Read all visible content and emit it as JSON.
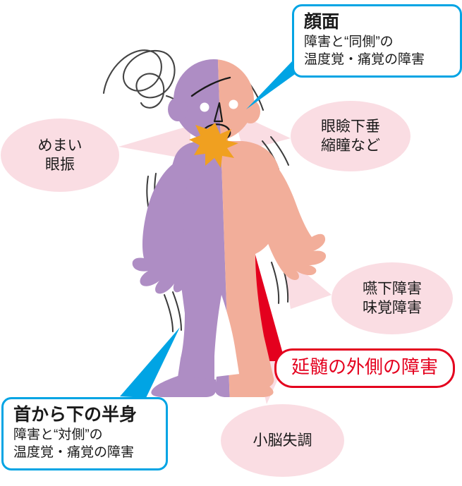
{
  "diagram": {
    "title_box_face": {
      "heading": "顔面",
      "line1": "障害と“同側”の",
      "line2": "温度覚・痛覚の障害"
    },
    "title_box_body": {
      "heading": "首から下の半身",
      "line1": "障害と“対側”の",
      "line2": "温度覚・痛覚の障害"
    },
    "diagnosis_box": {
      "label": "延髄の外側の障害"
    },
    "symptom_bubbles": [
      {
        "id": "dizziness",
        "line1": "めまい",
        "line2": "眼振"
      },
      {
        "id": "ptosis",
        "line1": "眼瞼下垂",
        "line2": "縮瞳など"
      },
      {
        "id": "swallowing",
        "line1": "嚥下障害",
        "line2": "味覚障害"
      },
      {
        "id": "ataxia",
        "line1": "小脳失調",
        "line2": ""
      }
    ],
    "figure": {
      "description": "人物イラスト（左半身：紫／右半身：肌色）",
      "marker": "首の星印（障害部位）"
    },
    "colors": {
      "callout_border": "#00A4E4",
      "callout_pointer": "#00A4E4",
      "diagnosis_border": "#E4001E",
      "diagnosis_text": "#E4001E",
      "bubble_fill": "#FADDE3",
      "body_purple": "#AE8DC4",
      "body_skin": "#F2AE9A",
      "star": "#F0A020",
      "red_wedge": "#E4001E",
      "motion_line": "#3A3A3A",
      "text": "#1a1a1a"
    }
  }
}
